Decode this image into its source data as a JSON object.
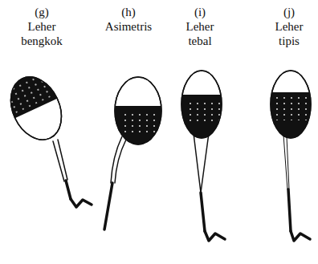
{
  "diagram": {
    "labels": [
      "(g)",
      "Leher bengkok",
      "(h)",
      "Asimetris",
      "(i)",
      "Leher tebal",
      "(j)",
      "Leher tipis"
    ]
  }
}
